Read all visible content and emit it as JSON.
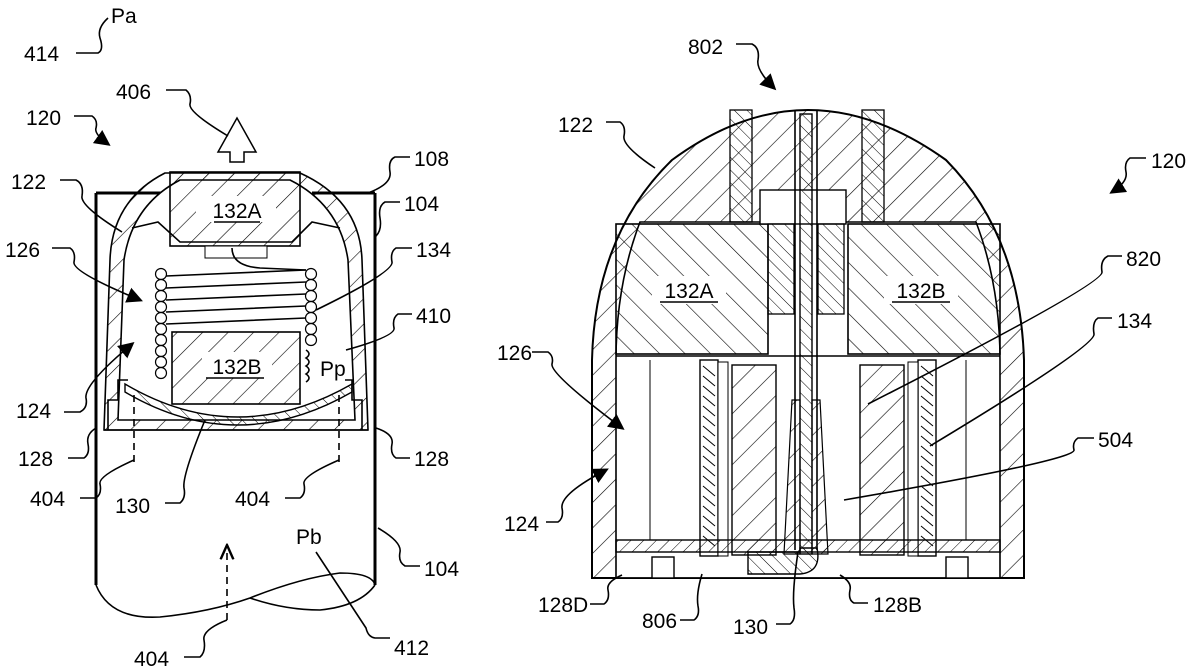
{
  "figure": {
    "left_view": {
      "labels": {
        "pa": "Pa",
        "ref_414": "414",
        "ref_406": "406",
        "ref_120": "120",
        "ref_108": "108",
        "ref_122": "122",
        "ref_104_top": "104",
        "ref_126": "126",
        "ref_134": "134",
        "ref_410": "410",
        "pp": "Pp",
        "part_132a": "132A",
        "part_132b": "132B",
        "ref_124": "124",
        "ref_128_left": "128",
        "ref_128_right": "128",
        "ref_404_left": "404",
        "ref_130": "130",
        "ref_404_right": "404",
        "pb": "Pb",
        "ref_104_bottom": "104",
        "ref_404_bottom": "404",
        "ref_412": "412"
      }
    },
    "right_view": {
      "labels": {
        "ref_802": "802",
        "ref_122": "122",
        "ref_120": "120",
        "part_132a": "132A",
        "part_132b": "132B",
        "ref_820": "820",
        "ref_134": "134",
        "ref_126": "126",
        "ref_504": "504",
        "ref_124": "124",
        "ref_128d": "128D",
        "ref_806": "806",
        "ref_130": "130",
        "ref_128b": "128B"
      }
    }
  }
}
